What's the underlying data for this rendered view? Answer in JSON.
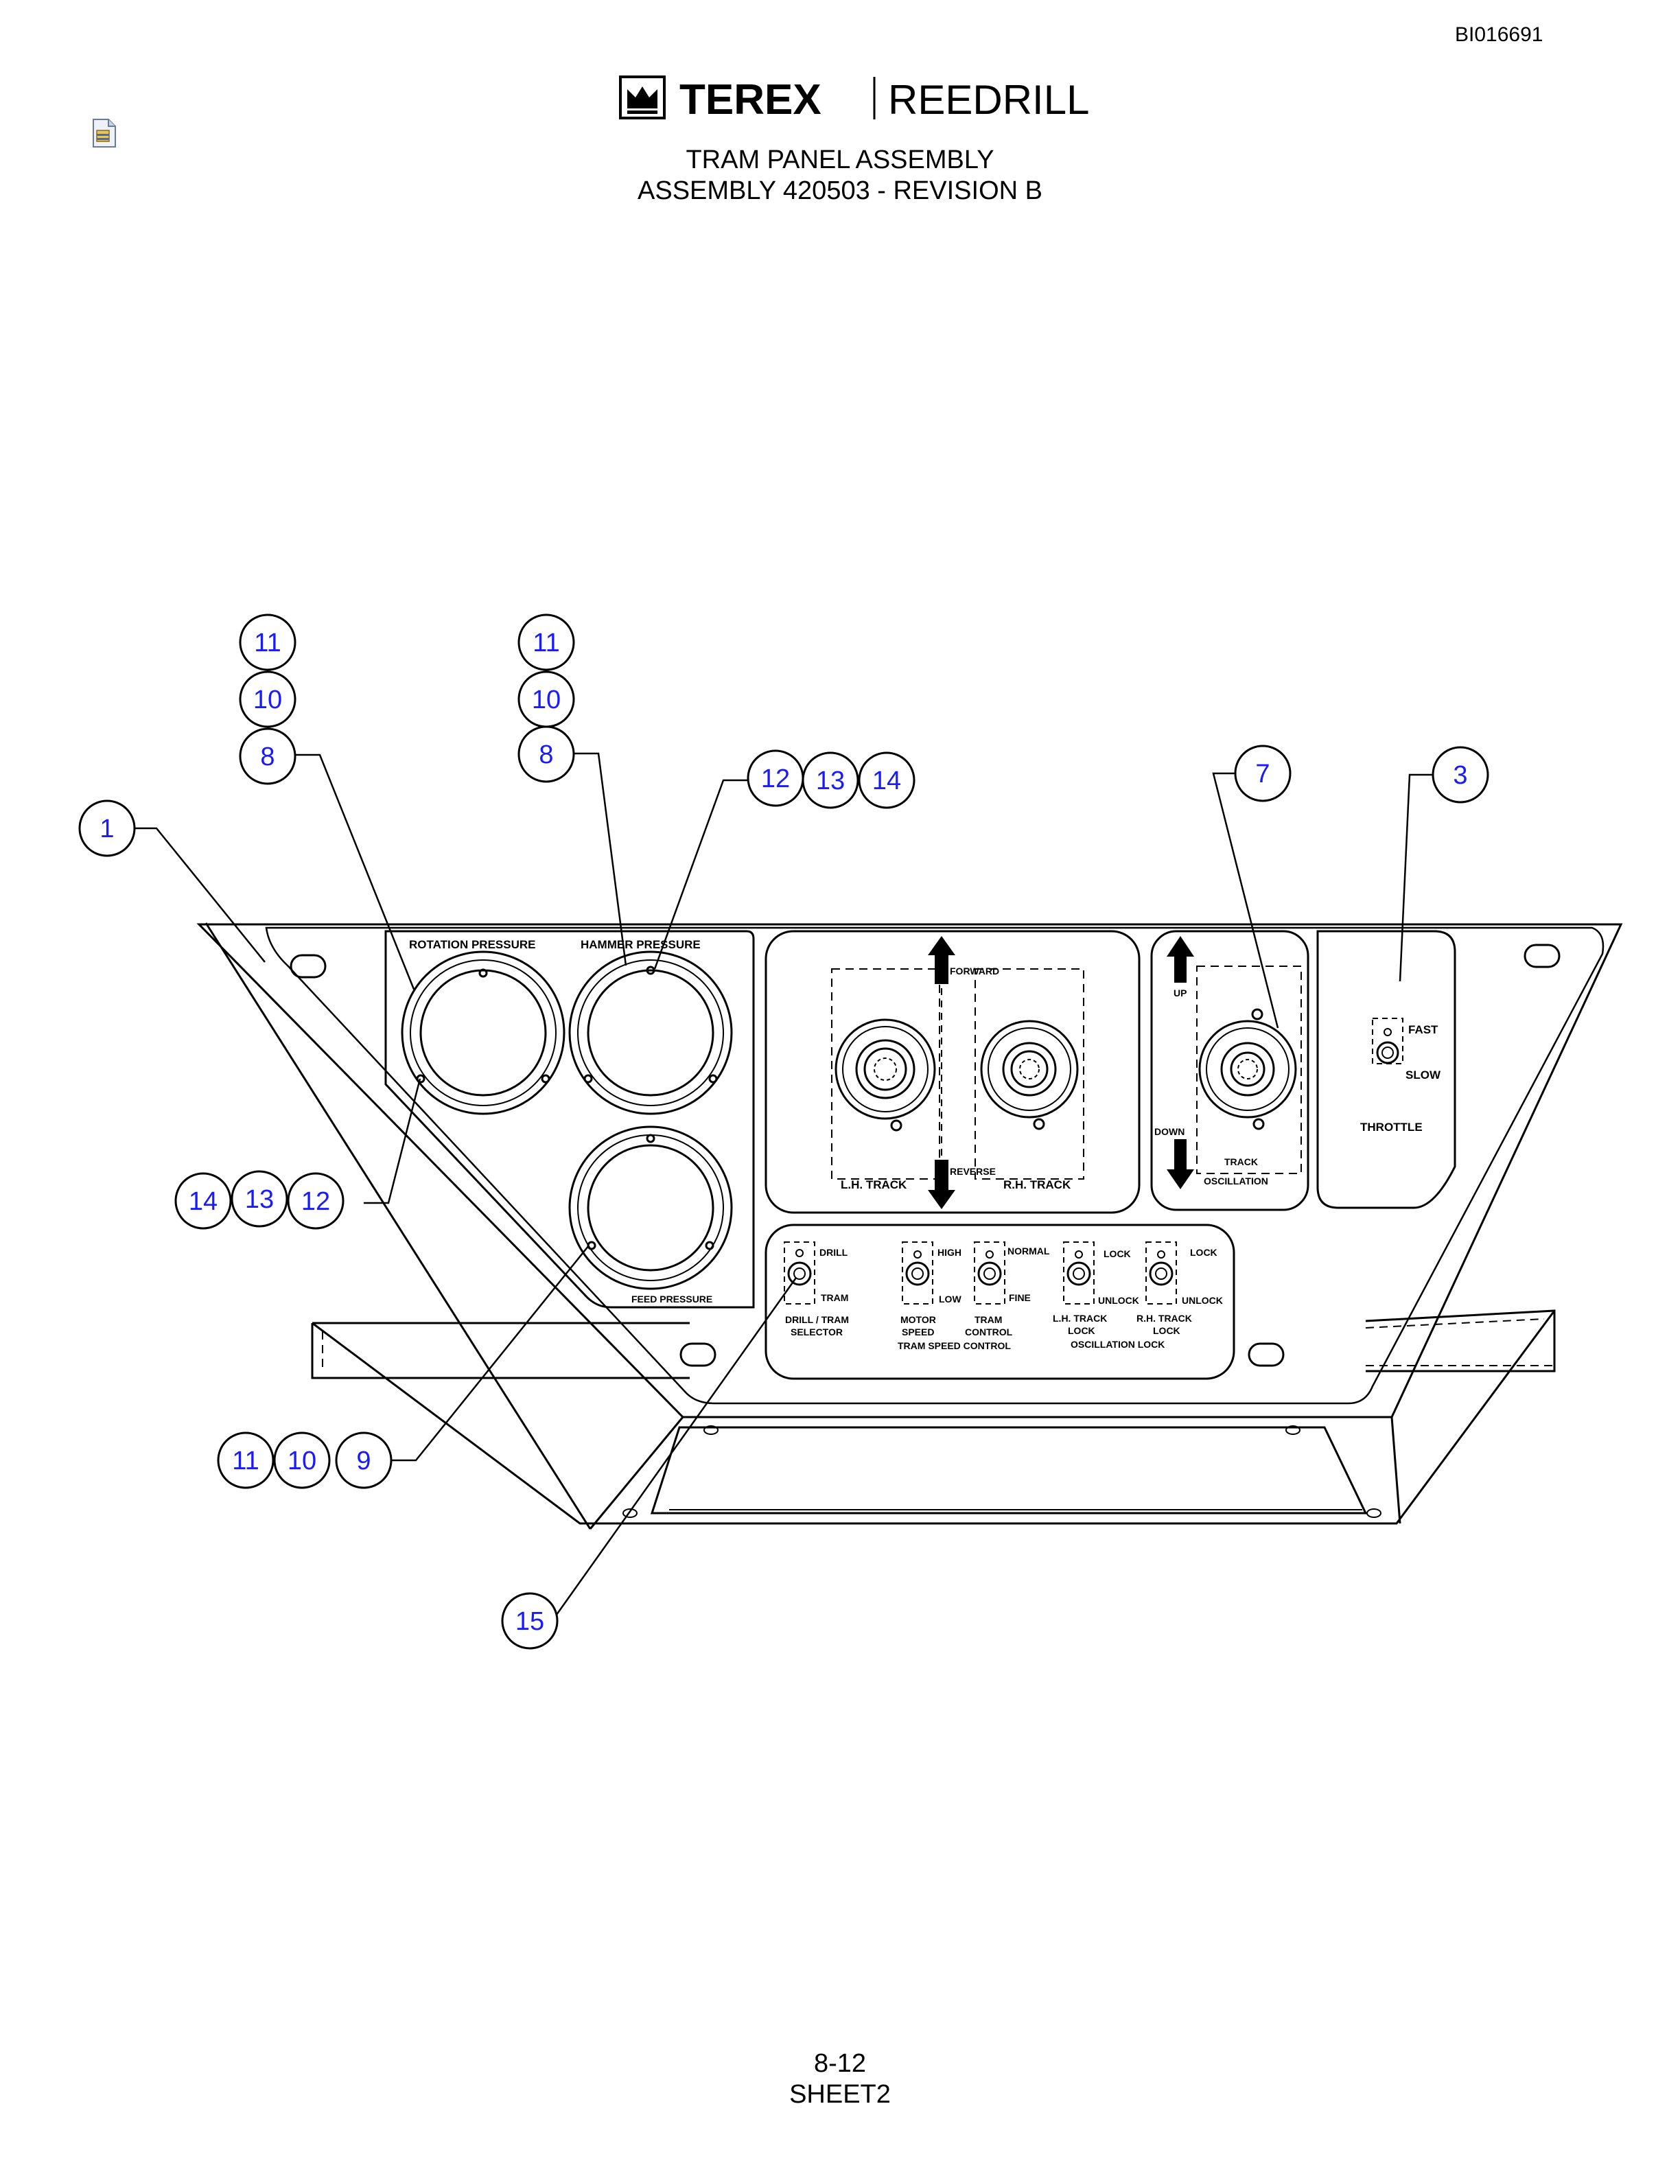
{
  "header": {
    "doc_id": "BI016691",
    "brand_primary": "TEREX",
    "brand_secondary": "REEDRILL",
    "title_line1": "TRAM PANEL ASSEMBLY",
    "title_line2": "ASSEMBLY 420503 - REVISION B",
    "attachment_icon": "document-attachment-icon"
  },
  "footer": {
    "page_number": "8-12",
    "sheet": "SHEET2"
  },
  "callouts": {
    "c1": "1",
    "c3": "3",
    "c7": "7",
    "c9": "9",
    "c15": "15",
    "c8a": "8",
    "c10a": "10",
    "c11a": "11",
    "c8b": "8",
    "c10b": "10",
    "c11b": "11",
    "c12a": "12",
    "c13a": "13",
    "c14a": "14",
    "c12b": "12",
    "c13b": "13",
    "c14b": "14",
    "c10c": "10",
    "c11c": "11"
  },
  "panel_labels": {
    "rotation_pressure": "ROTATION  PRESSURE",
    "hammer_pressure": "HAMMER  PRESSURE",
    "feed_pressure": "FEED PRESSURE",
    "forward": "FORWARD",
    "reverse": "REVERSE",
    "lh_track": "L.H. TRACK",
    "rh_track": "R.H. TRACK",
    "up": "UP",
    "down": "DOWN",
    "track": "TRACK",
    "oscillation": "OSCILLATION",
    "fast": "FAST",
    "slow": "SLOW",
    "throttle": "THROTTLE",
    "drill": "DRILL",
    "tram": "TRAM",
    "drill_tram_1": "DRILL / TRAM",
    "drill_tram_2": "SELECTOR",
    "high": "HIGH",
    "low": "LOW",
    "motor_1": "MOTOR",
    "motor_2": "SPEED",
    "normal": "NORMAL",
    "fine": "FINE",
    "tram_ctrl_1": "TRAM",
    "tram_ctrl_2": "CONTROL",
    "tram_speed_control": "TRAM SPEED CONTROL",
    "lock1": "LOCK",
    "unlock1": "UNLOCK",
    "lh_lock_1": "L.H. TRACK",
    "lh_lock_2": "LOCK",
    "lock2": "LOCK",
    "unlock2": "UNLOCK",
    "rh_lock_1": "R.H. TRACK",
    "rh_lock_2": "LOCK",
    "oscillation_lock": "OSCILLATION LOCK"
  },
  "colors": {
    "callout_text": "#1a1aff",
    "line": "#000000"
  }
}
